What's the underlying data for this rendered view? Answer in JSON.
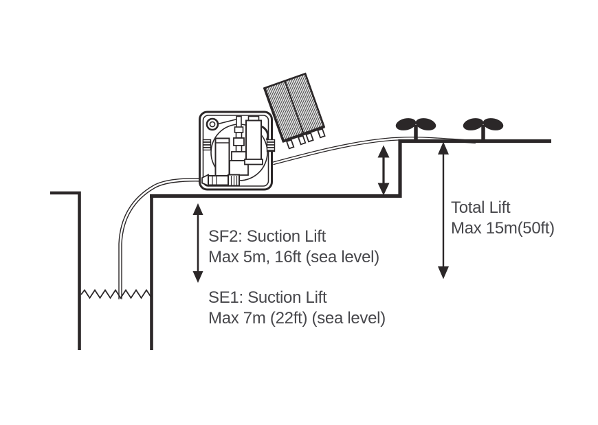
{
  "labels": {
    "sf2": {
      "line1": "SF2: Suction Lift",
      "line2": "Max 5m, 16ft (sea level)"
    },
    "se1": {
      "line1": "SE1: Suction Lift",
      "line2": "Max 7m (22ft) (sea level)"
    },
    "total_lift": {
      "line1": "Total Lift",
      "line2": "Max 15m(50ft)"
    }
  },
  "colors": {
    "line": "#2b2728",
    "text": "#47474b",
    "panel_fill": "#ebebeb",
    "panel_hatch": "#3f3f3f",
    "background": "#ffffff"
  }
}
